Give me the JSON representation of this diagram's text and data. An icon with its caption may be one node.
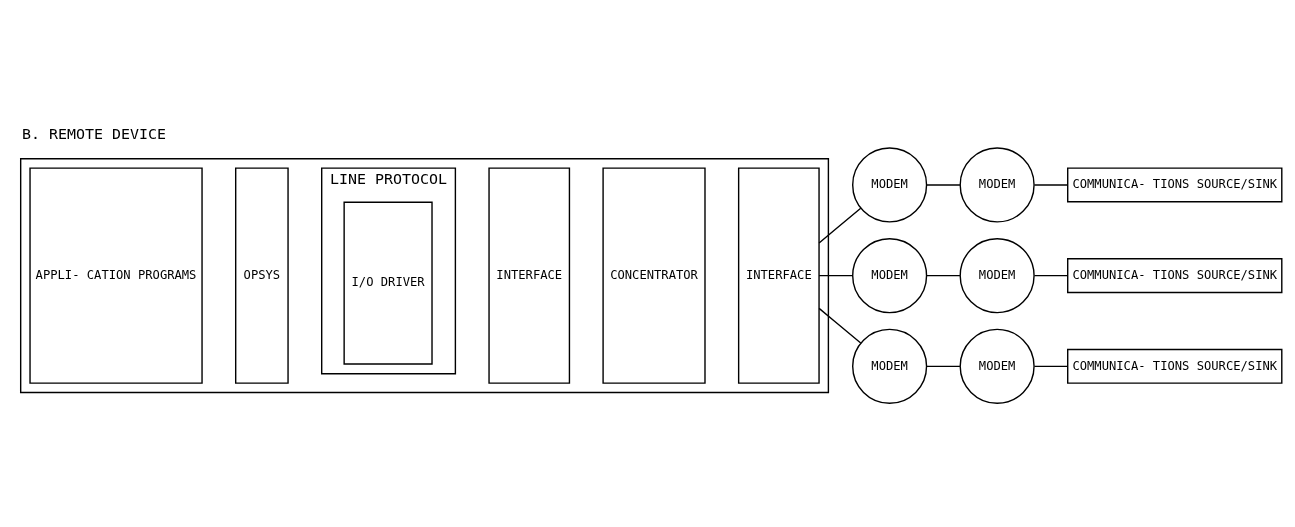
{
  "diagram": {
    "title": "B. REMOTE DEVICE",
    "nodes": [
      {
        "text": [],
        "shape": "box"
      },
      {
        "text": [
          "APPLI- CATION PROGRAMS"
        ],
        "in": 0
      },
      {
        "text": [
          "OPSYS"
        ],
        "in": 0
      },
      {
        "text": [
          "LINE PROTOCOL"
        ],
        "in": 0
      },
      {
        "text": [
          "I/O DRIVER"
        ],
        "in": 3
      },
      {
        "text": [
          "INTERFACE"
        ],
        "in": 0
      },
      {
        "text": [
          "CONCENTRATOR"
        ],
        "in": 0
      },
      {
        "text": [
          "INTERFACE"
        ],
        "in": 0
      },
      {
        "text": [
          "MODEM"
        ]
      },
      {
        "text": [
          "MODEM"
        ]
      },
      {
        "text": [
          "COMMUNICA- TIONS SOURCE/SINK"
        ]
      },
      {
        "text": [
          "MODEM"
        ]
      },
      {
        "text": [
          "MODEM"
        ]
      },
      {
        "text": [
          "COMMUNICA- TIONS SOURCE/SINK"
        ]
      },
      {
        "text": [
          "MODEM"
        ]
      },
      {
        "text": [
          "MODEM"
        ]
      },
      {
        "text": [
          "COMMUNICA- TIONS SOURCE/SINK"
        ]
      }
    ],
    "edges": [
      {
        "from": 7,
        "to": 8,
        "arrow": "none"
      },
      {
        "from": 8,
        "to": 9,
        "arrow": "none"
      },
      {
        "from": 9,
        "to": 10,
        "arrow": "none"
      },
      {
        "from": 7,
        "to": 11,
        "arrow": "none"
      },
      {
        "from": 11,
        "to": 12,
        "arrow": "none"
      },
      {
        "from": 12,
        "to": 13,
        "arrow": "none"
      },
      {
        "from": 7,
        "to": 14,
        "arrow": "none"
      },
      {
        "from": 14,
        "to": 15,
        "arrow": "none"
      },
      {
        "from": 15,
        "to": 16,
        "arrow": "none"
      }
    ]
  }
}
